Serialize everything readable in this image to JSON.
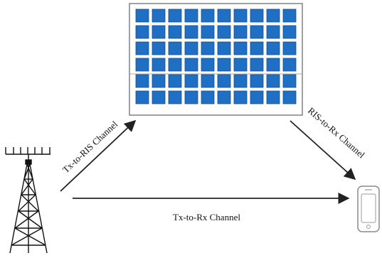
{
  "diagram": {
    "ris_rows": 6,
    "ris_cols": 10,
    "colors": {
      "ris_element_fill": "#1f6fc4",
      "ris_element_stroke": "#174f8d",
      "ris_frame_stroke": "#808080",
      "arrow": "#222222",
      "tower": "#111111",
      "phone": "#8a8a8a"
    },
    "labels": {
      "tx_to_ris": "Tx-to-RIS Channel",
      "ris_to_rx": "RIS-to-Rx Channel",
      "tx_to_rx": "Tx-to-Rx Channel"
    },
    "icons": {
      "transmitter": "cell-tower-icon",
      "receiver": "smartphone-icon"
    }
  }
}
